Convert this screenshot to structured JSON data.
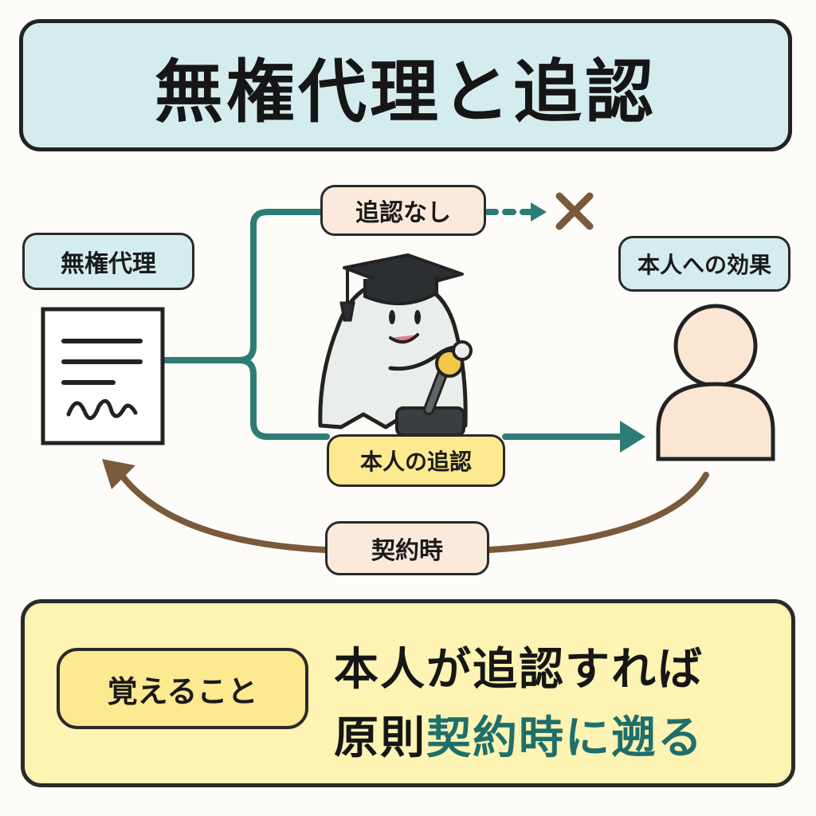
{
  "title": "無権代理と追認",
  "diagram": {
    "unauthorized_agency_label": "無権代理",
    "effect_on_principal_label": "本人への効果",
    "no_ratification_label": "追認なし",
    "ratification_label": "本人の追認",
    "contract_time_label": "契約時",
    "colors": {
      "teal": "#2e7c76",
      "brown": "#7a5a3c"
    }
  },
  "memo": {
    "label": "覚えること",
    "line1": "本人が追認すれば",
    "line2_prefix": "原則",
    "line2_accent": "契約時に遡る"
  }
}
